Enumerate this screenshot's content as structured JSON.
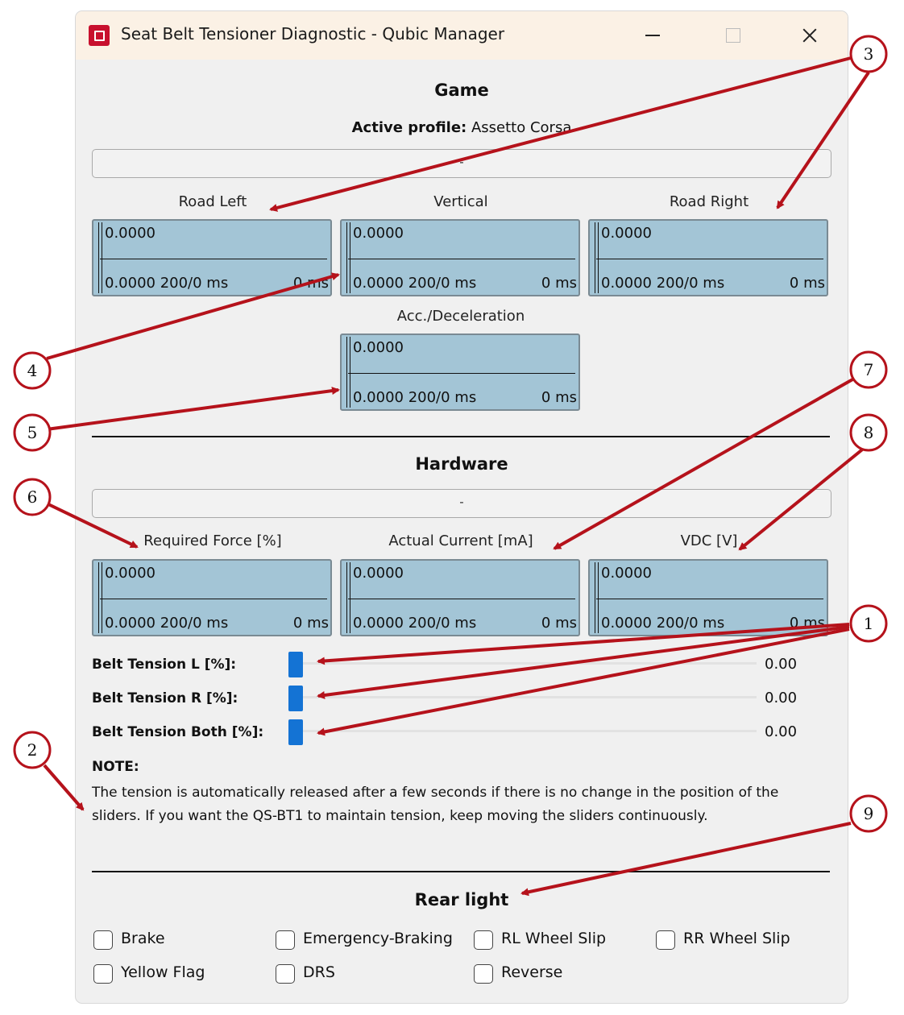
{
  "window": {
    "title": "Seat Belt Tensioner Diagnostic - Qubic Manager"
  },
  "game": {
    "heading": "Game",
    "profile_label": "Active profile:",
    "profile_value": "Assetto Corsa",
    "status": "-",
    "plots": [
      {
        "label": "Road Left",
        "value": "0.0000",
        "bottom_left": "0.0000  200/0 ms",
        "bottom_right": "0 ms"
      },
      {
        "label": "Vertical",
        "value": "0.0000",
        "bottom_left": "0.0000  200/0 ms",
        "bottom_right": "0 ms"
      },
      {
        "label": "Road Right",
        "value": "0.0000",
        "bottom_left": "0.0000  200/0 ms",
        "bottom_right": "0 ms"
      },
      {
        "label": "Acc./Deceleration",
        "value": "0.0000",
        "bottom_left": "0.0000  200/0 ms",
        "bottom_right": "0 ms"
      }
    ]
  },
  "hardware": {
    "heading": "Hardware",
    "status": "-",
    "plots": [
      {
        "label": "Required Force [%]",
        "value": "0.0000",
        "bottom_left": "0.0000  200/0 ms",
        "bottom_right": "0 ms"
      },
      {
        "label": "Actual Current [mA]",
        "value": "0.0000",
        "bottom_left": "0.0000  200/0 ms",
        "bottom_right": "0 ms"
      },
      {
        "label": "VDC [V]",
        "value": "0.0000",
        "bottom_left": "0.0000  200/0 ms",
        "bottom_right": "0 ms"
      }
    ],
    "sliders": [
      {
        "label": "Belt Tension L [%]:",
        "value": "0.00",
        "level": 0
      },
      {
        "label": "Belt Tension R [%]:",
        "value": "0.00",
        "level": 0
      },
      {
        "label": "Belt Tension Both [%]:",
        "value": "0.00",
        "level": 0
      }
    ]
  },
  "note": {
    "heading": "NOTE:",
    "text": "The tension is automatically released after a few seconds if there is no change in the position of the sliders. If you want the QS-BT1 to maintain tension, keep moving the sliders continuously."
  },
  "rear_light": {
    "heading": "Rear light",
    "options": [
      {
        "label": "Brake",
        "checked": false
      },
      {
        "label": "Emergency-Braking",
        "checked": false
      },
      {
        "label": "RL Wheel Slip",
        "checked": false
      },
      {
        "label": "RR Wheel Slip",
        "checked": false
      },
      {
        "label": "Yellow Flag",
        "checked": false
      },
      {
        "label": "DRS",
        "checked": false
      },
      {
        "label": "Reverse",
        "checked": false
      }
    ]
  },
  "callouts": [
    "1",
    "2",
    "3",
    "4",
    "5",
    "6",
    "7",
    "8",
    "9"
  ],
  "colors": {
    "annotation": "#b5121b",
    "plot_bg": "#a3c5d6",
    "slider_thumb": "#1473d4",
    "titlebar": "#fbf1e5"
  }
}
